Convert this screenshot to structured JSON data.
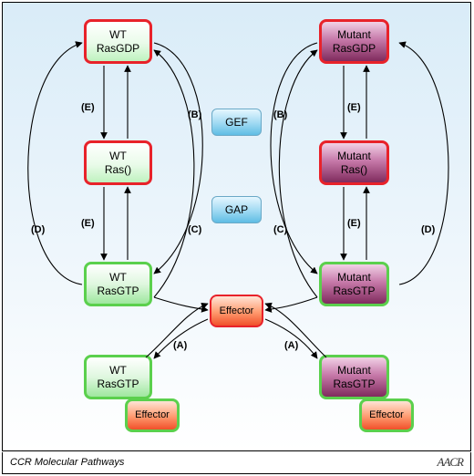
{
  "nodes": {
    "wt_rasgdp": "WT\nRasGDP",
    "wt_ras": "WT\nRas()",
    "wt_rasgtp": "WT\nRasGTP",
    "wt_rasgtp_bound": "WT\nRasGTP",
    "wt_effector": "Effector",
    "mut_rasgdp": "Mutant\nRasGDP",
    "mut_ras": "Mutant\nRas()",
    "mut_rasgtp": "Mutant\nRasGTP",
    "mut_rasgtp_bound": "Mutant\nRasGTP",
    "mut_effector": "Effector",
    "effector": "Effector",
    "gef": "GEF",
    "gap": "GAP"
  },
  "labels": {
    "A": "(A)",
    "B": "(B)",
    "C": "(C)",
    "D": "(D)",
    "E": "(E)"
  },
  "footer": {
    "title": "CCR Molecular Pathways",
    "logo": "AACR"
  },
  "colors": {
    "red_border": "#e8222a",
    "green_border": "#5bd04d",
    "mutant_fill": "#c679a9",
    "wt_fill": "#dff7df",
    "effector_fill": "#ff9a6e",
    "enzyme_fill": "#9fd9f2"
  }
}
